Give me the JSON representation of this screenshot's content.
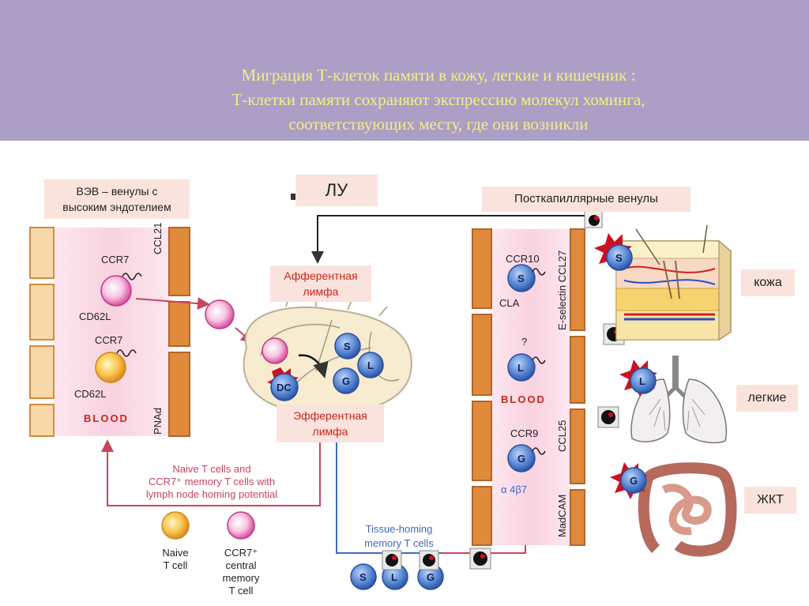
{
  "title": {
    "line1": "Миграция Т-клеток памяти в кожу, легкие и кишечник :",
    "line2": "Т-клетки памяти сохраняют экспрессию молекул хоминга,",
    "line3": "соответствующих месту, где они возникли"
  },
  "labels": {
    "hev_line1": "ВЭВ – венулы с",
    "hev_line2": "высоким эндотелием",
    "ln": "ЛУ",
    "postcap": "Посткапиллярные венулы",
    "afferent_line1": "Афферентная",
    "afferent_line2": "лимфа",
    "efferent_line1": "Эфферентная",
    "efferent_line2": "лимфа",
    "skin": "кожа",
    "lungs": "легкие",
    "gut": "ЖКТ"
  },
  "left_vessel": {
    "ccr7_top": "CCR7",
    "cd62l_top": "CD62L",
    "ccr7_bottom": "CCR7",
    "cd62l_bottom": "CD62L",
    "blood": "BLOOD",
    "ccl21": "CCL21",
    "pnad": "PNAd"
  },
  "right_vessel": {
    "ccr10": "CCR10",
    "cla": "CLA",
    "question": "?",
    "blood": "BLOOD",
    "ccr9": "CCR9",
    "alpha4beta7": "α 4β7",
    "eselectin_ccl27": "E-selectin CCL27",
    "ccl25": "CCL25",
    "madcam": "MadCAM"
  },
  "lymph_node": {
    "dc": "DC",
    "cells": [
      "S",
      "L",
      "G"
    ]
  },
  "naive_text": {
    "line1": "Naive T cells and",
    "line2": "CCR7⁺ memory T cells with",
    "line3": "lymph node homing potential"
  },
  "legend": {
    "naive_line1": "Naive",
    "naive_line2": "T cell",
    "memory_line1": "CCR7⁺",
    "memory_line2": "central",
    "memory_line3": "memory",
    "memory_line4": "T cell"
  },
  "tissue_homing": {
    "line1": "Tissue-homing",
    "line2": "memory T cells",
    "cells": [
      "S",
      "L",
      "G"
    ]
  },
  "tissue_cells": {
    "skin": "S",
    "lungs": "L",
    "gut": "G"
  },
  "vessel_cells": {
    "top": "S",
    "middle": "L",
    "bottom": "G"
  },
  "colors": {
    "header": "#ab9fc6",
    "title": "#f4ee82",
    "label_bg": "#fbe3dd",
    "wall": "#e08a3c",
    "blood_text": "#c9261a",
    "t_cell_blue": "#3a6fc4",
    "naive_yellow": "#f7c64a",
    "memory_pink": "#f3a6cf",
    "arrow_red": "#c8455e",
    "arrow_blue": "#3d6bbf"
  }
}
